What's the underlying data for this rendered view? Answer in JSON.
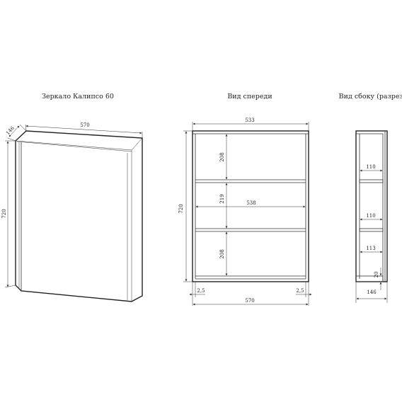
{
  "titles": {
    "iso": "Зеркало Калипсо 60",
    "front": "Вид спереди",
    "side": "Вид сбоку (разрез)"
  },
  "iso_dims": {
    "depth": "146",
    "width": "570",
    "height": "720"
  },
  "front_dims": {
    "inner_width": "533",
    "shelf_width": "538",
    "gap_top": "208",
    "gap_mid": "219",
    "gap_bottom": "208",
    "height": "720",
    "wall_left": "2,5",
    "wall_right": "2,5",
    "width": "570"
  },
  "side_dims": {
    "depth_1": "110",
    "depth_2": "110",
    "depth_3": "113",
    "bottom": "20",
    "depth": "146"
  }
}
